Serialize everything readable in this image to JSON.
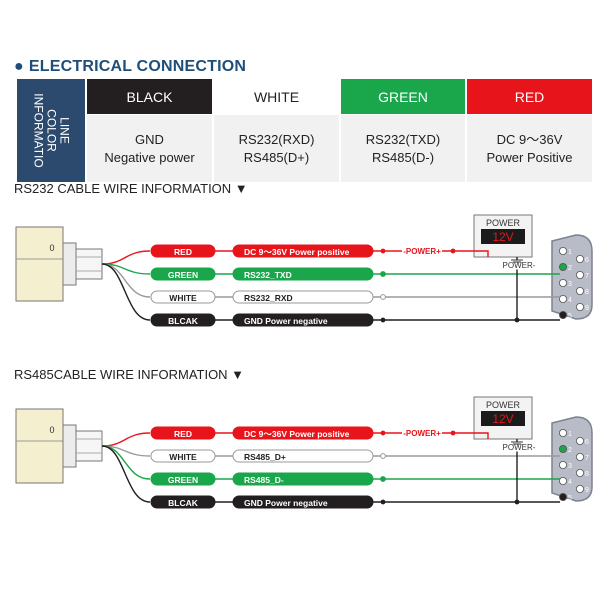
{
  "section": {
    "title": "ELECTRICAL CONNECTION",
    "bullet": "●"
  },
  "table": {
    "row_header": "LINE\nCOLOR\nINFORMATIO",
    "columns": [
      {
        "label": "BLACK",
        "header_bg": "#231f20",
        "header_fg": "#ffffff",
        "line1": "GND",
        "line2": "Negative power"
      },
      {
        "label": "WHITE",
        "header_bg": "#ffffff",
        "header_fg": "#222222",
        "line1": "RS232(RXD)",
        "line2": "RS485(D+)"
      },
      {
        "label": "GREEN",
        "header_bg": "#1aa64a",
        "header_fg": "#ffffff",
        "line1": "RS232(TXD)",
        "line2": "RS485(D-)"
      },
      {
        "label": "RED",
        "header_bg": "#e8141b",
        "header_fg": "#ffffff",
        "line1": "DC 9～36V",
        "line2": "Power Positive"
      }
    ]
  },
  "rs232": {
    "title": "RS232 CABLE WIRE INFORMATION ▼",
    "wires": [
      {
        "color": "RED",
        "signal": "DC 9～36V Power positive",
        "tag_bg": "#e8141b"
      },
      {
        "color": "GREEN",
        "signal": "RS232_TXD",
        "tag_bg": "#1aa64a"
      },
      {
        "color": "WHITE",
        "signal": "RS232_RXD",
        "tag_bg": "#ffffff"
      },
      {
        "color": "BLCAK",
        "signal": "GND Power negative",
        "tag_bg": "#231f20"
      }
    ],
    "power_plus": "-POWER+",
    "power_minus": "POWER-",
    "supply_title": "POWER",
    "supply_value": "12V",
    "connector_pins": [
      "1",
      "2",
      "3",
      "4",
      "5",
      "6",
      "7",
      "8",
      "9"
    ]
  },
  "rs485": {
    "title": "RS485CABLE WIRE INFORMATION ▼",
    "wires": [
      {
        "color": "RED",
        "signal": "DC 9～36V Power positive",
        "tag_bg": "#e8141b"
      },
      {
        "color": "WHITE",
        "signal": "RS485_D+",
        "tag_bg": "#ffffff"
      },
      {
        "color": "GREEN",
        "signal": "RS485_D-",
        "tag_bg": "#1aa64a"
      },
      {
        "color": "BLCAK",
        "signal": "GND Power negative",
        "tag_bg": "#231f20"
      }
    ],
    "power_plus": "-POWER+",
    "power_minus": "POWER-",
    "supply_title": "POWER",
    "supply_value": "12V",
    "connector_pins": [
      "1",
      "2",
      "3",
      "4",
      "5",
      "6",
      "7",
      "8",
      "9"
    ]
  },
  "sensor_label": "0"
}
